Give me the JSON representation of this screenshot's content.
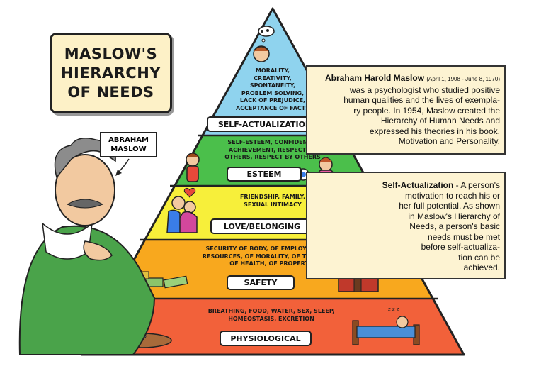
{
  "title": {
    "line1": "MASLOW'S",
    "line2": "HIERARCHY",
    "line3": "OF NEEDS"
  },
  "name_tag": {
    "line1": "ABRAHAM",
    "line2": "MASLOW"
  },
  "levels": [
    {
      "label": "SELF-ACTUALIZATION",
      "color": "#8fd3ee",
      "lines": [
        "MORALITY,",
        "CREATIVITY,",
        "SPONTANEITY,",
        "PROBLEM SOLVING,",
        "LACK OF PREJUDICE,",
        "ACCEPTANCE OF FACTS"
      ]
    },
    {
      "label": "ESTEEM",
      "color": "#4bbf4b",
      "lines": [
        "SELF-ESTEEM, CONFIDENCE,",
        "ACHIEVEMENT, RESPECT OF",
        "OTHERS, RESPECT BY OTHERS"
      ]
    },
    {
      "label": "LOVE/BELONGING",
      "color": "#f7ef3a",
      "lines": [
        "FRIENDSHIP, FAMILY,",
        "SEXUAL INTIMACY"
      ]
    },
    {
      "label": "SAFETY",
      "color": "#f8a81e",
      "lines": [
        "SECURITY OF BODY, OF EMPLOYMENT, OF",
        "RESOURCES, OF MORALITY, OF THE FAMILY,",
        "OF HEALTH, OF PROPERTY"
      ]
    },
    {
      "label": "PHYSIOLOGICAL",
      "color": "#f2613a",
      "lines": [
        "BREATHING, FOOD, WATER, SEX, SLEEP,",
        "HOMEOSTASIS, EXCRETION"
      ]
    }
  ],
  "info1": {
    "name": "Abraham Harold Maslow",
    "dates": "(April 1, 1908 - June 8, 1970)",
    "lines": [
      "was a psychologist who studied positive",
      "human qualities and the lives of exempla-",
      "ry people. In 1954, Maslow created the",
      "Hierarchy of Human Needs and",
      "expressed his theories in his book,"
    ],
    "book": "Motivation and Personality",
    "book_end": "."
  },
  "info2": {
    "term": "Self-Actualization",
    "first": " - A person's",
    "lines": [
      "motivation to reach his or",
      "her full potential. As shown",
      "in Maslow's Hierarchy of",
      "Needs, a person's basic",
      "needs must be met",
      "before self-actualiza-",
      "tion can be",
      "achieved."
    ]
  },
  "icons": {
    "dream_bubble": "dream-bubble-icon",
    "heart": "heart-icon",
    "money": "money-stack-icon",
    "house": "house-icon",
    "bed": "bed-icon",
    "food_table": "food-table-icon",
    "arrow": "arrow-icon"
  },
  "colors": {
    "outline": "#222222",
    "title_bg": "#fdf1c7",
    "info_bg": "#fdf3d2",
    "skin": "#f2c9a0"
  }
}
